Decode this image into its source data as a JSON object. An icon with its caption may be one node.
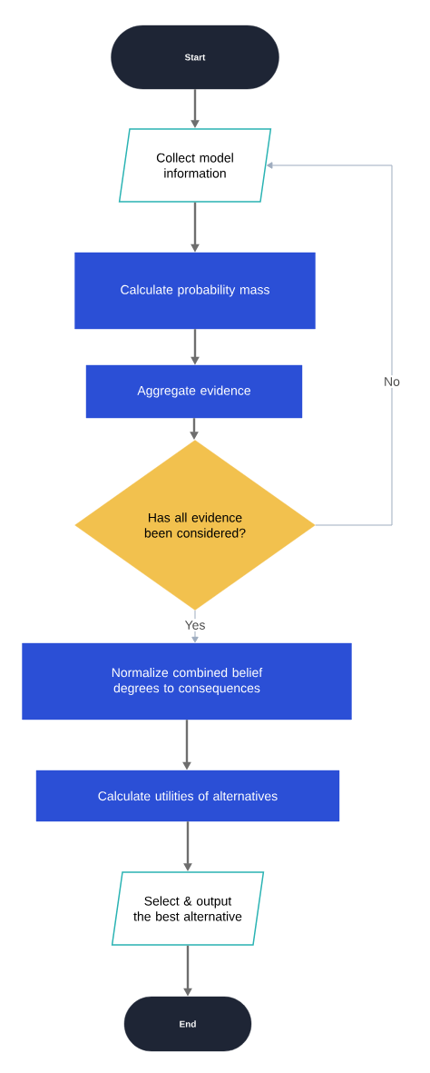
{
  "diagram": {
    "nodes": [
      {
        "text": [
          "Start"
        ]
      },
      {
        "text": [
          "Collect model information"
        ]
      },
      {
        "text": [
          "Calculate probability mass"
        ]
      },
      {
        "text": [
          "Aggregate evidence"
        ]
      },
      {
        "text": [
          "Has all evidence been considered?"
        ]
      },
      {
        "text": [
          "Normalize combined belief degrees to consequences"
        ]
      },
      {
        "text": [
          "Calculate utilities of alternatives"
        ]
      },
      {
        "text": [
          "Select & output the best alternative"
        ]
      },
      {
        "text": [
          "End"
        ]
      }
    ],
    "edges": [
      {
        "from": 0,
        "to": 1,
        "arrow": "to"
      },
      {
        "from": 1,
        "to": 2,
        "arrow": "to"
      },
      {
        "from": 2,
        "to": 3,
        "arrow": "to"
      },
      {
        "from": 3,
        "to": 4,
        "arrow": "to"
      },
      {
        "from": 4,
        "to": 1,
        "arrow": "to",
        "label": "No",
        "color": "#9eacbf"
      },
      {
        "from": 4,
        "to": 5,
        "arrow": "to",
        "label": "Yes",
        "color": "#9eacbf"
      },
      {
        "from": 5,
        "to": 6,
        "arrow": "to"
      },
      {
        "from": 6,
        "to": 7,
        "arrow": "to"
      },
      {
        "from": 7,
        "to": 8,
        "arrow": "to"
      }
    ]
  }
}
